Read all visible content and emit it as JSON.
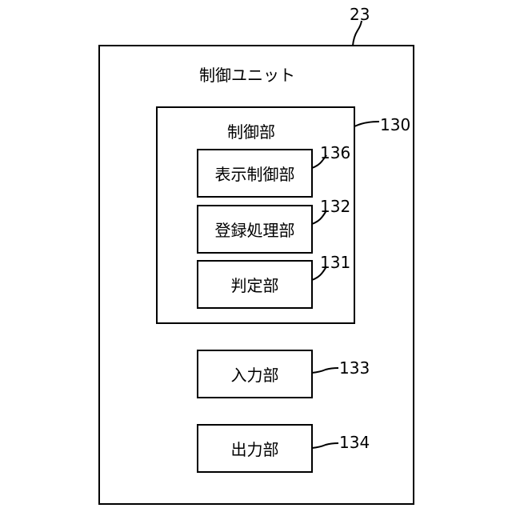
{
  "diagram": {
    "outer_ref": "23",
    "outer_title": "制御ユニット",
    "control": {
      "ref": "130",
      "title": "制御部",
      "items": [
        {
          "label": "表示制御部",
          "ref": "136"
        },
        {
          "label": "登録処理部",
          "ref": "132"
        },
        {
          "label": "判定部",
          "ref": "131"
        }
      ]
    },
    "blocks": [
      {
        "label": "入力部",
        "ref": "133"
      },
      {
        "label": "出力部",
        "ref": "134"
      }
    ]
  }
}
